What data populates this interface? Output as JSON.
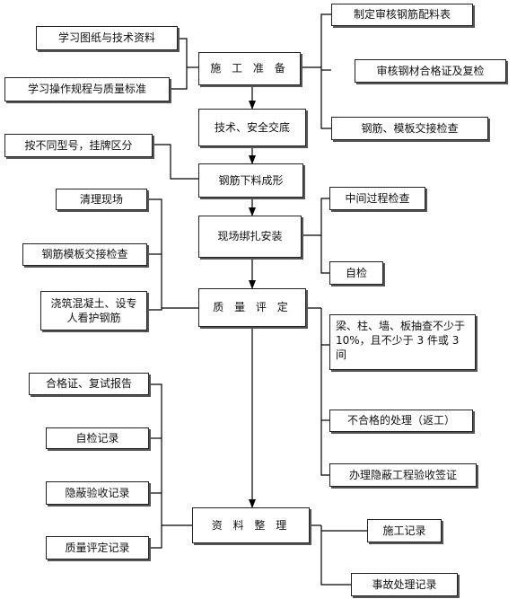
{
  "steps": {
    "construction_prep": "施 工 准 备",
    "tech_safety_briefing": "技术、安全交底",
    "rebar_cutting_forming": "钢筋下料成形",
    "onsite_tying_install": "现场绑扎安装",
    "quality_assessment": "质 量 评 定",
    "data_organization": "资 料 整 理"
  },
  "left": {
    "study_drawings": "学习图纸与技术资料",
    "study_procedures": "学习操作规程与质量标准",
    "model_labeling": "按不同型号，挂牌区分",
    "clean_site": "清理现场",
    "formwork_handover_check": "钢筋模板交接检查",
    "pour_concrete": "浇筑混凝土、设专人看护钢筋",
    "certificate_report": "合格证、复试报告",
    "self_inspection_record": "自检记录",
    "concealed_acceptance_record": "隐蔽验收记录",
    "quality_assessment_record": "质量评定记录"
  },
  "right": {
    "review_rebar_schedule": "制定审核钢筋配料表",
    "review_steel_certificate": "审核钢材合格证及复检",
    "rebar_formwork_handover": "钢筋、模板交接检查",
    "in_process_inspection": "中间过程检查",
    "self_inspection": "自检",
    "sampling_check": "梁、柱、墙、板抽查不少于 10%，且不少于 3 件或 3 间",
    "nonconformity_handling": "不合格的处理（返工）",
    "concealed_work_acceptance": "办理隐蔽工程验收签证",
    "construction_record": "施工记录",
    "accident_record": "事故处理记录"
  }
}
